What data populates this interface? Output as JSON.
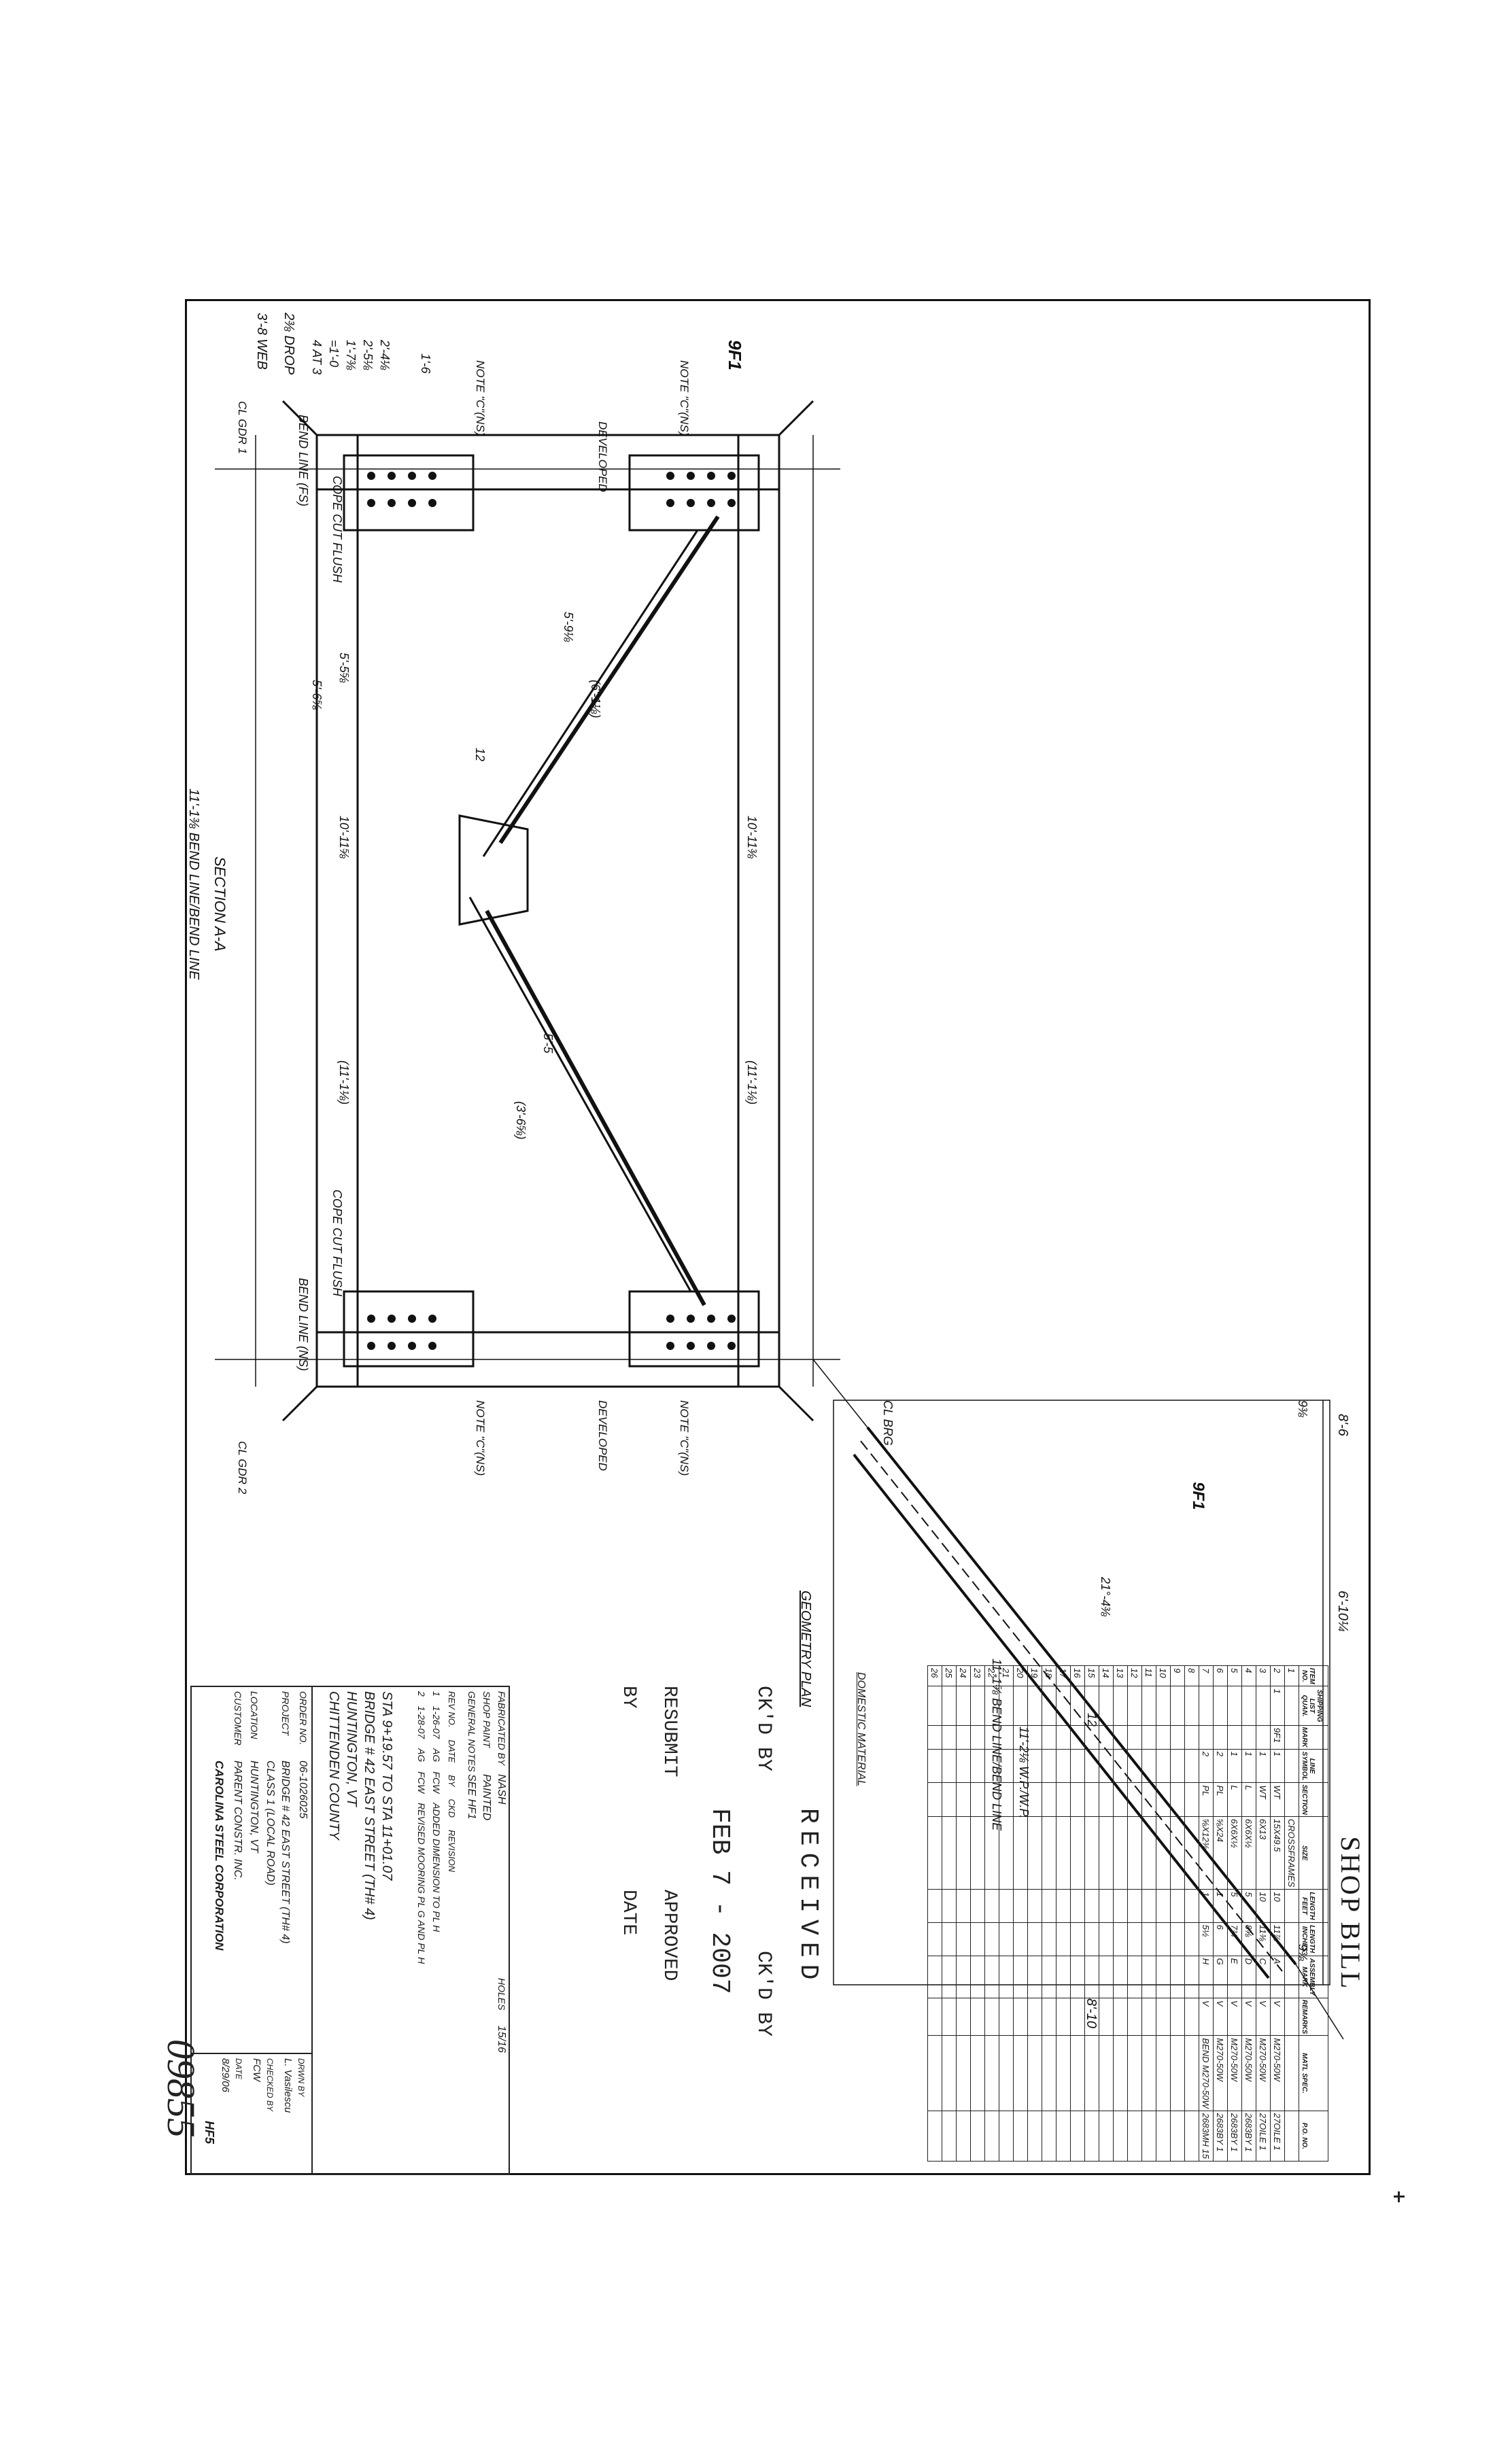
{
  "drawing": {
    "section_label": "SECTION A-A",
    "geometry_label": "GEOMETRY PLAN",
    "dims": {
      "top_web": "3'-8 WEB",
      "drop": "2⅜ DROP",
      "four_at_3": "4 AT 3",
      "eq_1_0": "=1'-0",
      "d_1_7": "1'-7⅜",
      "d_2_5": "2'-5⅛",
      "d_2_4": "2'-4⅛",
      "d_1_6": "1'-6",
      "bend_line_top": "11'-1⅜ BEND LINE/BEND LINE",
      "bend_fs": "BEND LINE (FS)",
      "bend_ns": "BEND LINE (NS)",
      "cope_top": "COPE CUT FLUSH",
      "cope_bottom": "COPE CUT FLUSH",
      "d_5_5": "5'-5⅝",
      "d_5_6": "5'-6⅝",
      "d_10_11_top": "10'-11⅝",
      "d_10_11_bot": "10'-11⅜",
      "d_11_1_a": "(11'-1⅛)",
      "d_11_1_b": "(11'-1⅛)",
      "d_6_1": "(6'-1⅛)",
      "d_5_9": "5'-9⅛",
      "d_3_6": "(3'-6⅝)",
      "d_5": "5'-5",
      "note_c_ns_1": "NOTE \"C\"(NS)",
      "note_c_ns_2": "NOTE \"C\"(NS)",
      "note_c_ns_3": "NOTE \"C\"(NS)",
      "note_c_ns_4": "NOTE \"C\"(NS)",
      "developed_1": "DEVELOPED",
      "developed_2": "DEVELOPED",
      "cl_gdr_1": "CL GDR 1",
      "cl_gdr_2": "CL GDR 2",
      "cl_brg": "CL BRG",
      "twelve": "12",
      "nine_f1": "9F1",
      "geo_8_6": "8'-6",
      "geo_6_10": "6'-10¼",
      "geo_9_a": "9⅜",
      "geo_9_b": "9⅜",
      "geo_8_10": "8'-10",
      "geo_bend": "11'-2⅛ W.P./W.P.",
      "geo_bend2": "11'-1⅝ BEND LINE/BEND LINE",
      "geo_12": "12",
      "geo_21": "21°-4⅜",
      "geo_9f1": "9F1"
    }
  },
  "bill": {
    "title": "SHOP BILL",
    "headers": [
      "ITEM NO.",
      "SHIPPING LIST QUAN.",
      "MARK",
      "LINE SYMBOL",
      "SECTION",
      "SIZE",
      "LENGTH FEET",
      "LENGTH INCHES",
      "ASSEMBLY MARK",
      "REMARKS",
      "MATL SPEC.",
      "P.O. NO."
    ],
    "rows": [
      [
        "1",
        "",
        "",
        "",
        "",
        "CROSSFRAMES",
        "",
        "",
        "",
        "",
        "",
        ""
      ],
      [
        "2",
        "1",
        "9F1",
        "1",
        "WT",
        "15X49.5",
        "10",
        "11⅞",
        "A",
        "V",
        "M270-50W",
        "27OILE 1"
      ],
      [
        "3",
        "",
        "",
        "1",
        "WT",
        "6X13",
        "10",
        "11⅜",
        "C",
        "V",
        "M270-50W",
        "27OILE 1"
      ],
      [
        "4",
        "",
        "",
        "1",
        "L",
        "6X6X½",
        "5",
        "8⅝",
        "D",
        "V",
        "M270-50W",
        "2683BY 1"
      ],
      [
        "5",
        "",
        "",
        "1",
        "L",
        "6X6X½",
        "5",
        "7¾",
        "E",
        "V",
        "M270-50W",
        "2683BY 1"
      ],
      [
        "6",
        "",
        "",
        "2",
        "PL",
        "⅝X24",
        "1",
        "6",
        "G",
        "V",
        "M270-50W",
        "2683BY 1"
      ],
      [
        "7",
        "",
        "",
        "2",
        "PL",
        "⅝X12⅜",
        "1",
        "5½",
        "H",
        "V",
        "BEND M270-50W",
        "2683MH 15"
      ]
    ],
    "row_count_total": 26,
    "footer": "DOMESTIC MATERIAL"
  },
  "stamp": {
    "received": "RECEIVED",
    "ckd_by": "CK'D BY",
    "ckd_by2": "CK'D BY",
    "date_stamp": "FEB 7 - 2007",
    "resubmit": "RESUBMIT",
    "approved": "APPROVED",
    "by": "BY",
    "date": "DATE"
  },
  "title_block": {
    "fabricated_by": "FABRICATED BY",
    "fabricated_val": "NASH",
    "shop_paint": "SHOP PAINT",
    "shop_paint_val": "PAINTED",
    "general_notes": "GENERAL NOTES",
    "general_notes_val": "SEE HF1",
    "holes": "HOLES",
    "holes_val": "15/16",
    "rev_header": [
      "REV NO.",
      "DATE",
      "BY",
      "CKD",
      "REVISION"
    ],
    "rev1": [
      "1",
      "1-26-07",
      "AG",
      "FCW",
      "ADDED DIMENSION TO PL H"
    ],
    "rev2": [
      "2",
      "1-28-07",
      "AG",
      "FCW",
      "REVISED MOORING PL G AND PL H"
    ],
    "location_sta": "STA 9+19.57 TO STA 11+01.07",
    "bridge": "BRIDGE # 42 EAST STREET (TH# 4)",
    "city": "HUNTINGTON, VT",
    "county": "CHITTENDEN COUNTY",
    "project_label": "PROJECT",
    "project_val": "BRIDGE # 42 EAST STREET (TH# 4)",
    "project_val2": "CLASS 1 (LOCAL ROAD)",
    "location_label": "LOCATION",
    "location_val": "HUNTINGTON, VT",
    "customer_label": "CUSTOMER",
    "customer_val": "PARENT CONSTR. INC.",
    "company": "CAROLINA STEEL CORPORATION",
    "drawn_label": "DRWN BY",
    "drawn_val": "L. Vasilescu",
    "checked_label": "CHECKED BY",
    "checked_val": "FCW",
    "date_label": "DATE",
    "date_val": "8/29/06",
    "sheet": "HF5",
    "order_label": "ORDER NO.",
    "order_val": "06-1026025"
  },
  "doc_number": "09855"
}
